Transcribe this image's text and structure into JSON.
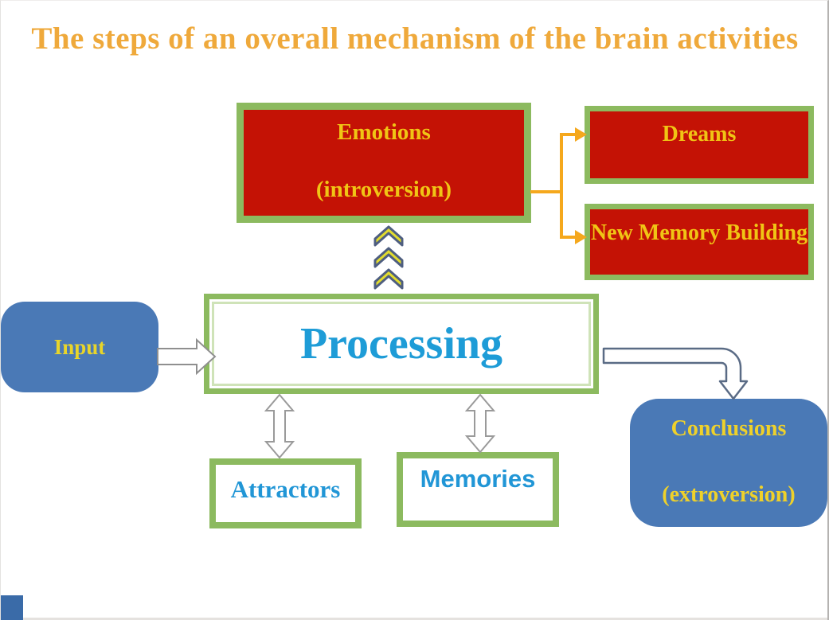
{
  "title": "The steps of an overall mechanism of the brain activities",
  "nodes": {
    "emotions": {
      "line1": "Emotions",
      "line2": "(introversion)"
    },
    "dreams": {
      "label": "Dreams"
    },
    "new_memory": {
      "label": "New Memory Building"
    },
    "processing": {
      "label": "Processing"
    },
    "input": {
      "label": "Input"
    },
    "conclusions": {
      "line1": "Conclusions",
      "line2": "(extroversion)"
    },
    "attractors": {
      "label": "Attractors"
    },
    "memories": {
      "label": "Memories"
    }
  },
  "connections": [
    {
      "from": "emotions",
      "to": "dreams",
      "style": "orange-elbow-arrow"
    },
    {
      "from": "emotions",
      "to": "new_memory",
      "style": "orange-elbow-arrow"
    },
    {
      "from": "processing",
      "to": "emotions",
      "style": "triple-chevron-up"
    },
    {
      "from": "input",
      "to": "processing",
      "style": "white-block-arrow"
    },
    {
      "from": "processing",
      "to": "conclusions",
      "style": "bent-white-block-arrow"
    },
    {
      "from": "processing",
      "to": "attractors",
      "style": "double-headed-block-arrow"
    },
    {
      "from": "processing",
      "to": "memories",
      "style": "double-headed-block-arrow"
    }
  ],
  "colors": {
    "title_text": "#EFA93B",
    "red_box_fill": "#C41205",
    "green_border": "#8CBA5F",
    "yellow_text": "#F0C515",
    "blue_node_fill": "#4A79B6",
    "blue_text": "#1E9CD7",
    "orange_connector": "#F5A81D",
    "chevron_fill": "#E2DC2E",
    "chevron_outline": "#4E5E80",
    "block_arrow_fill": "#FFFFFF",
    "block_arrow_outline_gray": "#8F8F8F",
    "block_arrow_outline_slate": "#5A6B85"
  }
}
